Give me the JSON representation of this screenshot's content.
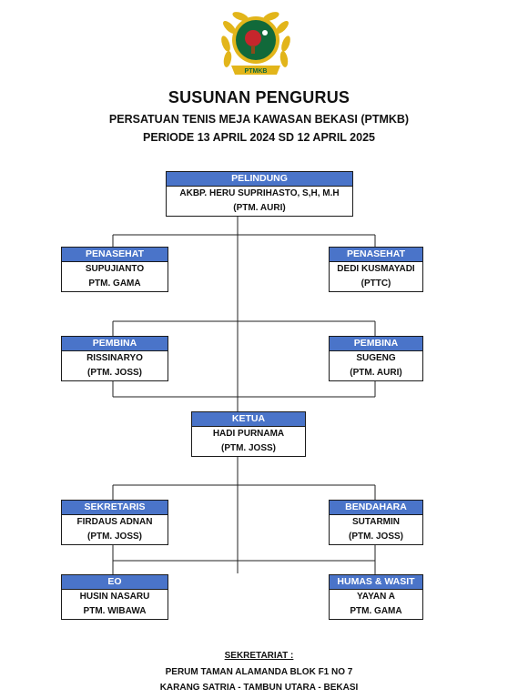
{
  "colors": {
    "header_blue": "#4a74c9",
    "logo_gold": "#e2b51a",
    "logo_green": "#11693a",
    "logo_red": "#c6262c"
  },
  "logo": {
    "icon": "ptmkb-emblem",
    "text": "PTMKB"
  },
  "header": {
    "title": "SUSUNAN PENGURUS",
    "organization": "PERSATUAN TENIS MEJA KAWASAN BEKASI (PTMKB)",
    "period": "PERIODE 13 APRIL 2024 SD 12 APRIL 2025"
  },
  "pelindung": {
    "role": "PELINDUNG",
    "name": "AKBP. HERU SUPRIHASTO, S,H, M.H",
    "club": "(PTM. AURI)"
  },
  "penasehat": [
    {
      "role": "PENASEHAT",
      "name": "SUPUJIANTO",
      "club": "PTM. GAMA"
    },
    {
      "role": "PENASEHAT",
      "name": "DEDI KUSMAYADI",
      "club": "(PTTC)"
    }
  ],
  "pembina": [
    {
      "role": "PEMBINA",
      "name": "RISSINARYO",
      "club": "(PTM. JOSS)"
    },
    {
      "role": "PEMBINA",
      "name": "SUGENG",
      "club": "(PTM. AURI)"
    }
  ],
  "ketua": {
    "role": "KETUA",
    "name": "HADI PURNAMA",
    "club": "(PTM. JOSS)"
  },
  "sekretaris": {
    "role": "SEKRETARIS",
    "name": "FIRDAUS ADNAN",
    "club": "(PTM. JOSS)"
  },
  "bendahara": {
    "role": "BENDAHARA",
    "name": "SUTARMIN",
    "club": "(PTM. JOSS)"
  },
  "eo": {
    "role": "EO",
    "name": "HUSIN NASARU",
    "club": "PTM. WIBAWA"
  },
  "humas": {
    "role": "HUMAS & WASIT",
    "name": "YAYAN A",
    "club": "PTM. GAMA"
  },
  "footer": {
    "label": "SEKRETARIAT :",
    "address_line1": "PERUM TAMAN ALAMANDA BLOK F1 NO 7",
    "address_line2": "KARANG SATRIA - TAMBUN UTARA - BEKASI"
  }
}
